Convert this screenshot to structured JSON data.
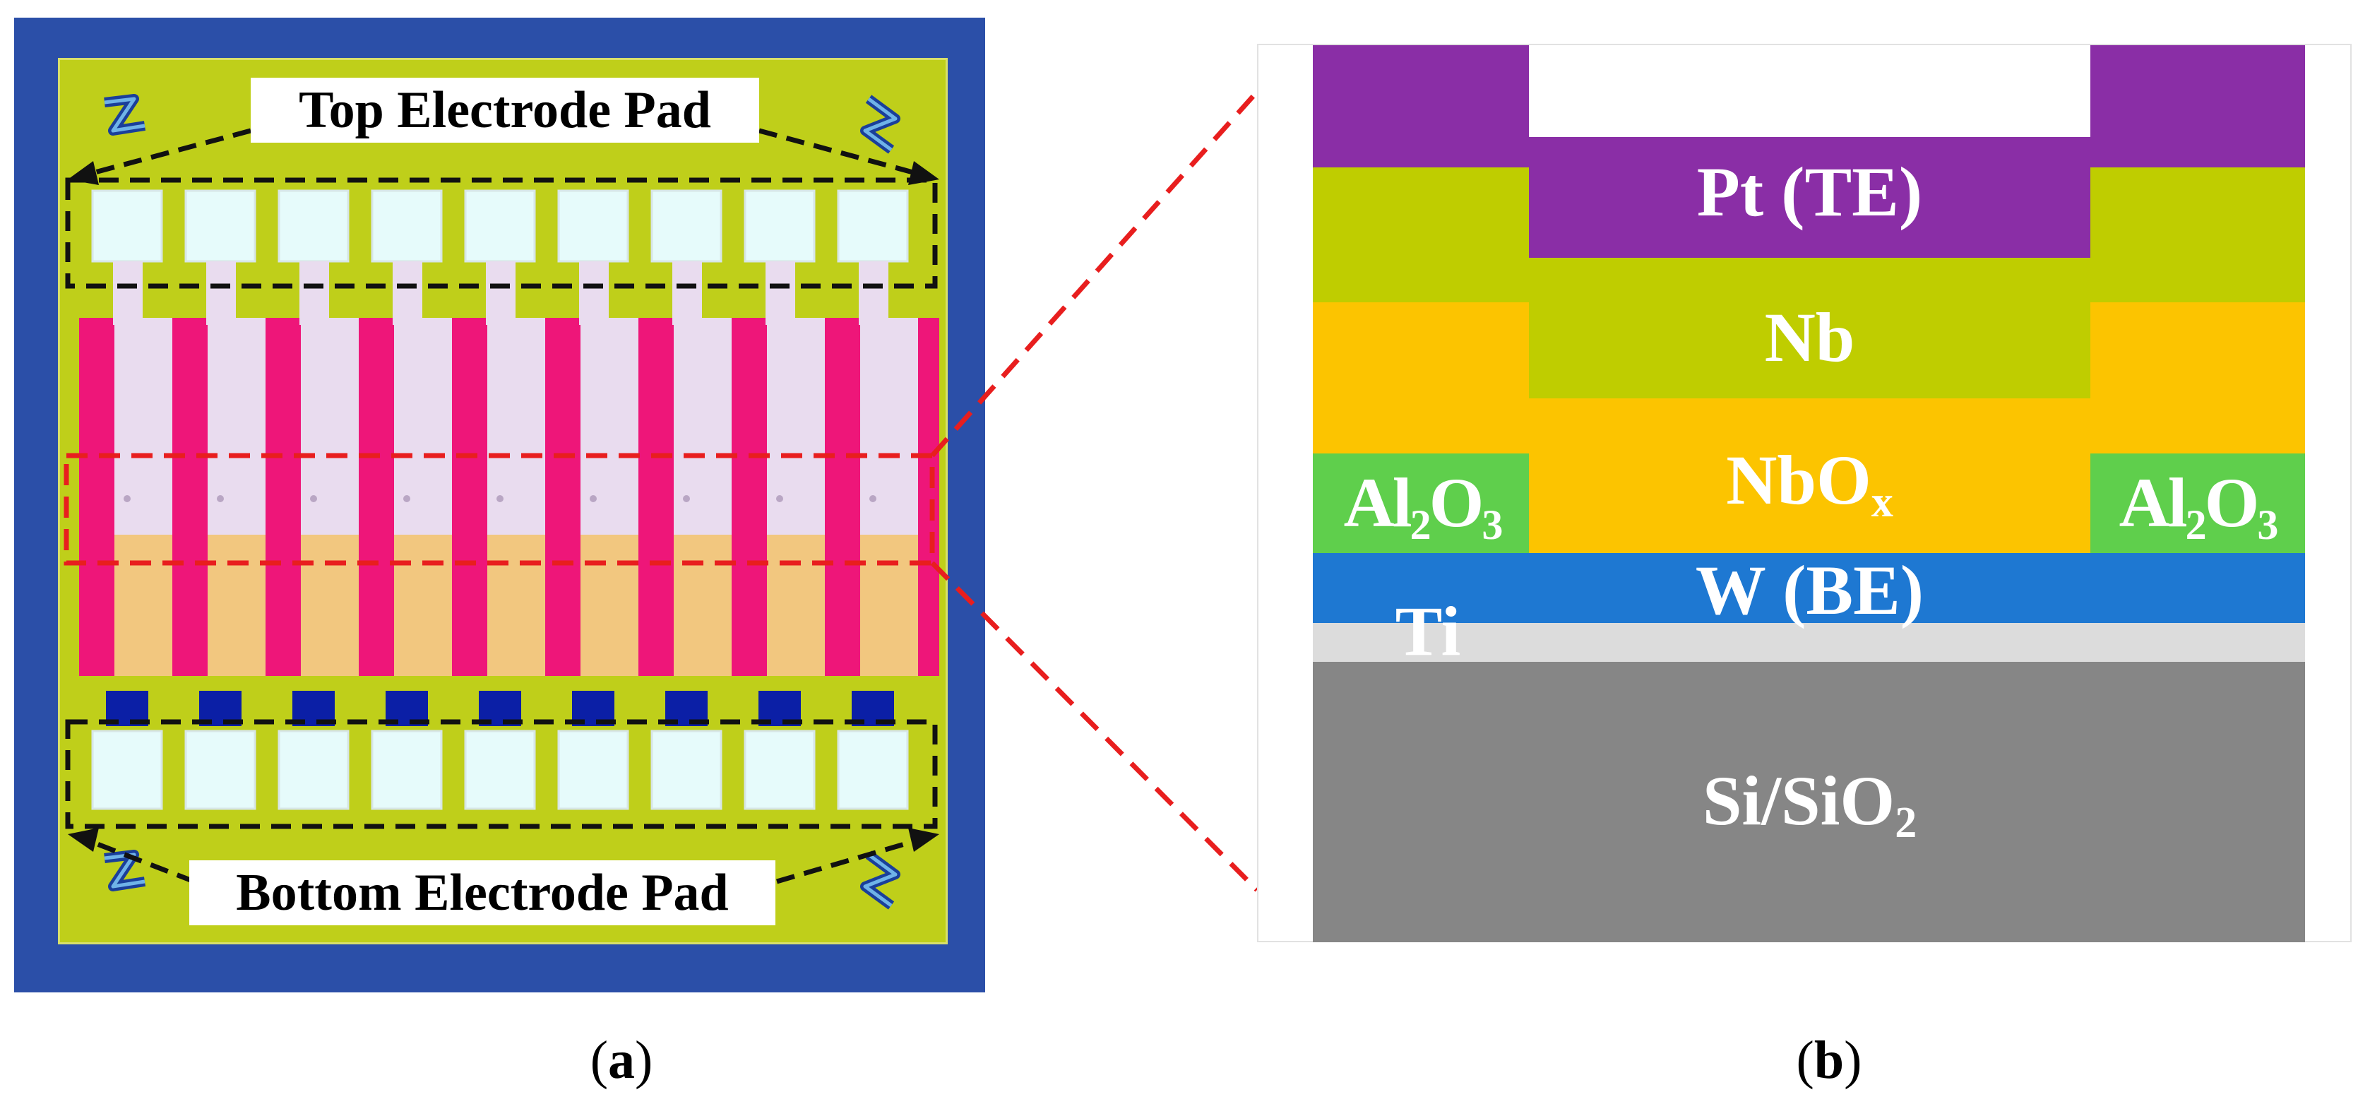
{
  "panel_a": {
    "top_label": "Top Electrode Pad",
    "bottom_label": "Bottom Electrode Pad",
    "caption_letter": "a",
    "device_count": 9
  },
  "panel_b": {
    "caption_letter": "b",
    "layers": {
      "pt": "Pt (TE)",
      "nb": "Nb",
      "nbox_base": "NbO",
      "nbox_sub": "x",
      "al2o3_a": "Al",
      "al2o3_sub1": "2",
      "al2o3_b": "O",
      "al2o3_sub2": "3",
      "w": "W (BE)",
      "ti": "Ti",
      "substrate_a": "Si/SiO",
      "substrate_sub": "2"
    }
  },
  "colors": {
    "chip_border": "#2b4fa8",
    "chip_body": "#bfcf1a",
    "pink": "#ee1679",
    "lavender": "#e9dcef",
    "peach": "#f2c77f",
    "pad": "#e6fbfb",
    "blue_square": "#0b1fa6",
    "pt": "#8a2ea6",
    "nb": "#bfcd00",
    "nbox": "#fcc400",
    "al2o3": "#5fcf4c",
    "w": "#1e78d2",
    "ti": "#dcdcdc",
    "substrate": "#868686",
    "zoom_line": "#e81e1e"
  }
}
